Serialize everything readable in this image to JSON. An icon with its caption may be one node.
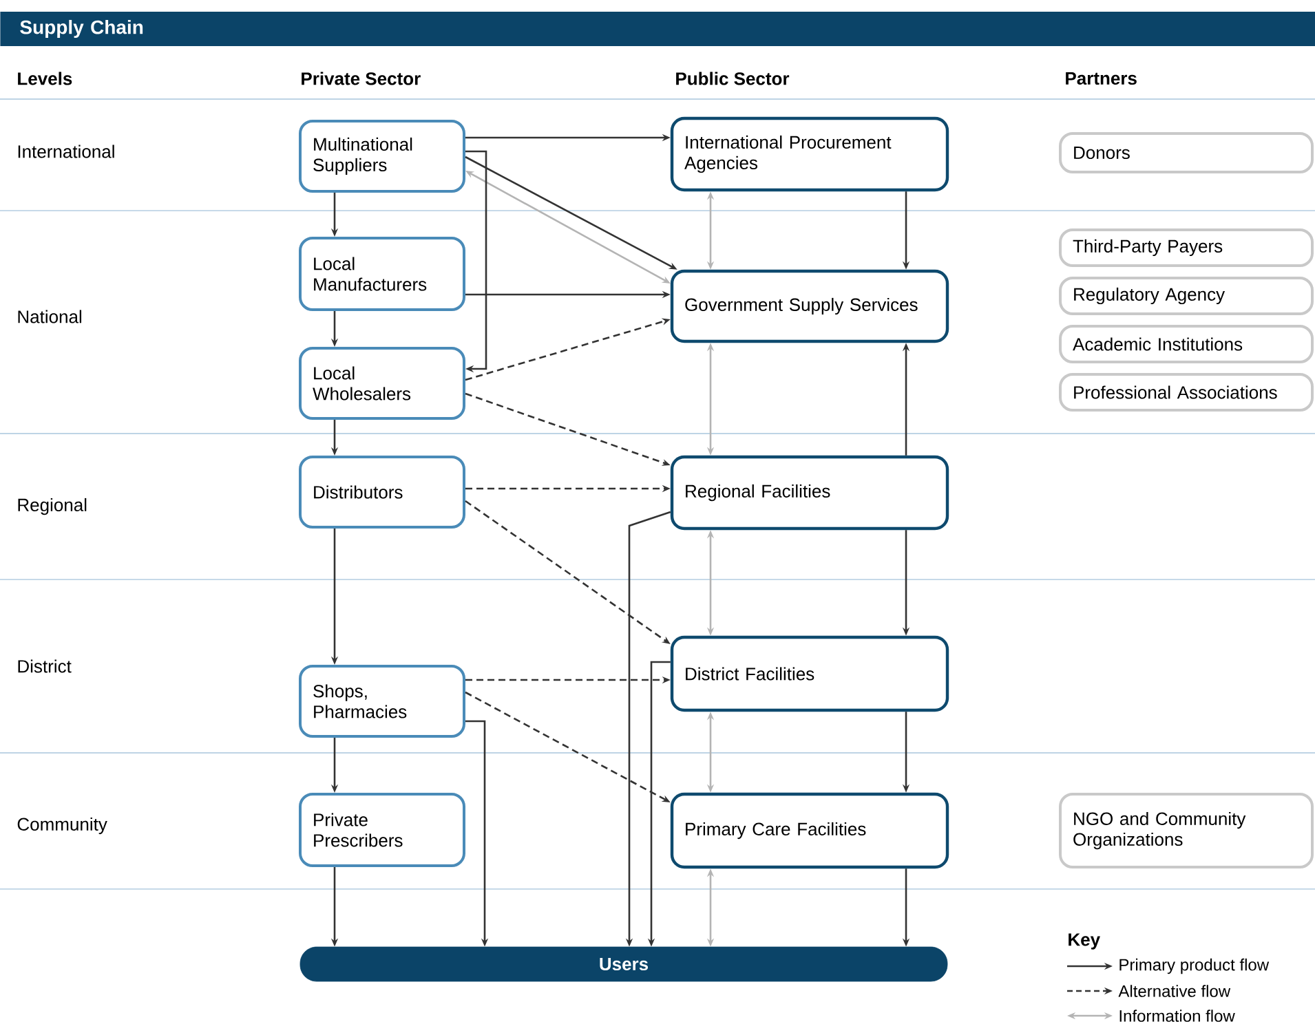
{
  "diagram": {
    "title": "Supply Chain",
    "nodes": [
      {
        "text": [
          "Multinational Suppliers"
        ]
      },
      {
        "text": [
          "International Procurement Agencies"
        ]
      },
      {
        "text": [
          "Donors"
        ]
      },
      {
        "text": [
          "Local Manufacturers"
        ]
      },
      {
        "text": [
          "Government Supply Services"
        ]
      },
      {
        "text": [
          "Third-Party Payers"
        ]
      },
      {
        "text": [
          "Regulatory Agency"
        ]
      },
      {
        "text": [
          "Academic Institutions"
        ]
      },
      {
        "text": [
          "Local Wholesalers"
        ]
      },
      {
        "text": [
          "Professional Associations"
        ]
      },
      {
        "text": [
          "Distributors"
        ]
      },
      {
        "text": [
          "Regional Facilities"
        ]
      },
      {
        "text": [
          "Shops, Pharmacies"
        ]
      },
      {
        "text": [
          "District Facilities"
        ]
      },
      {
        "text": [
          "Private Prescribers"
        ]
      },
      {
        "text": [
          "Primary Care Facilities"
        ]
      },
      {
        "text": [
          "NGO and Community Organizations"
        ]
      },
      {
        "text": [
          "Users"
        ]
      }
    ],
    "edges": [
      {
        "from": 0,
        "to": 1,
        "arrow": "to"
      },
      {
        "from": 0,
        "to": 4,
        "arrow": "to"
      },
      {
        "from": 0,
        "to": 4,
        "arrow": "both",
        "color": "#b4b4b4"
      },
      {
        "from": 0,
        "to": 8,
        "arrow": "to"
      },
      {
        "from": 0,
        "to": 3,
        "arrow": "to"
      },
      {
        "from": 3,
        "to": 4,
        "arrow": "to"
      },
      {
        "from": 3,
        "to": 8,
        "arrow": "to"
      },
      {
        "from": 8,
        "to": 4,
        "arrow": "to",
        "style": "dashed"
      },
      {
        "from": 8,
        "to": 11,
        "arrow": "to",
        "style": "dashed"
      },
      {
        "from": 8,
        "to": 10,
        "arrow": "to"
      },
      {
        "from": 1,
        "to": 4,
        "arrow": "to"
      },
      {
        "from": 1,
        "to": 4,
        "arrow": "both",
        "color": "#b4b4b4"
      },
      {
        "from": 4,
        "to": 11,
        "arrow": "both",
        "color": "#b4b4b4"
      },
      {
        "from": 11,
        "to": 4,
        "arrow": "to"
      },
      {
        "from": 10,
        "to": 11,
        "arrow": "to",
        "style": "dashed"
      },
      {
        "from": 10,
        "to": 13,
        "arrow": "to",
        "style": "dashed"
      },
      {
        "from": 10,
        "to": 12,
        "arrow": "to"
      },
      {
        "from": 11,
        "to": 13,
        "arrow": "to"
      },
      {
        "from": 11,
        "to": 13,
        "arrow": "both",
        "color": "#b4b4b4"
      },
      {
        "from": 11,
        "to": 17,
        "arrow": "to"
      },
      {
        "from": 12,
        "to": 13,
        "arrow": "to",
        "style": "dashed"
      },
      {
        "from": 12,
        "to": 15,
        "arrow": "to",
        "style": "dashed"
      },
      {
        "from": 12,
        "to": 14,
        "arrow": "to"
      },
      {
        "from": 12,
        "to": 17,
        "arrow": "to"
      },
      {
        "from": 13,
        "to": 15,
        "arrow": "to"
      },
      {
        "from": 13,
        "to": 15,
        "arrow": "both",
        "color": "#b4b4b4"
      },
      {
        "from": 13,
        "to": 17,
        "arrow": "to"
      },
      {
        "from": 14,
        "to": 17,
        "arrow": "to"
      },
      {
        "from": 15,
        "to": 17,
        "arrow": "to"
      },
      {
        "from": 15,
        "to": 17,
        "arrow": "both",
        "color": "#b4b4b4"
      }
    ],
    "labels": [
      "Levels",
      "Private Sector",
      "Public Sector",
      "Partners",
      "International",
      "National",
      "Regional",
      "District",
      "Community",
      "Key"
    ],
    "legend": [
      {
        "text": "Primary product flow"
      },
      {
        "text": "Alternative flow"
      },
      {
        "text": "Information flow"
      }
    ]
  }
}
